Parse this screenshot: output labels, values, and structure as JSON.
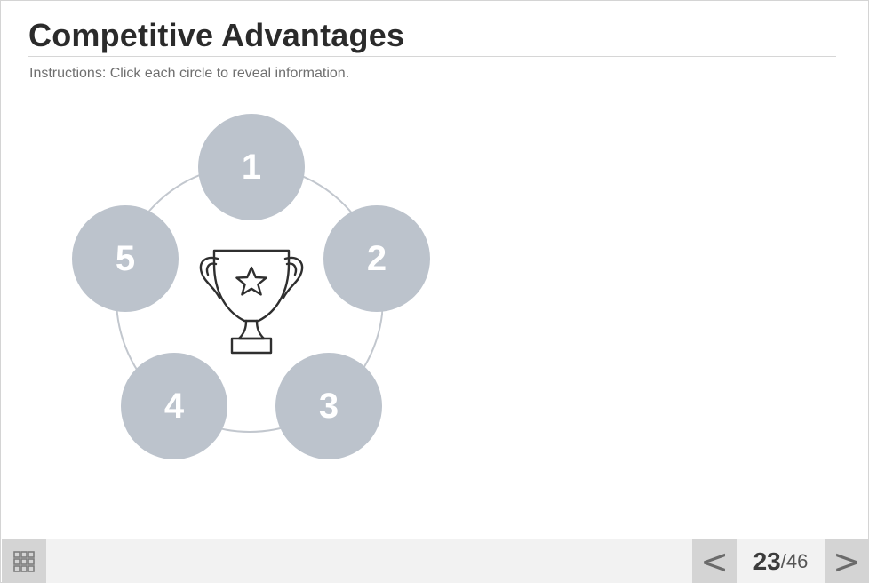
{
  "slide": {
    "title": "Competitive Advantages",
    "instructions": "Instructions: Click each circle to reveal information."
  },
  "hotspots": [
    {
      "label": "1"
    },
    {
      "label": "2"
    },
    {
      "label": "3"
    },
    {
      "label": "4"
    },
    {
      "label": "5"
    }
  ],
  "center_icon": "trophy-star-icon",
  "footer": {
    "menu_icon": "grid-menu-icon",
    "prev_icon": "<",
    "next_icon": ">",
    "page_current": "23",
    "page_separator": "/",
    "page_total": "46"
  },
  "colors": {
    "circle_fill": "#bcc3cc",
    "ring_stroke": "#c2c7ce",
    "title": "#2b2b2b",
    "bar_bg": "#f2f2f2",
    "button_bg": "#d4d4d4"
  }
}
